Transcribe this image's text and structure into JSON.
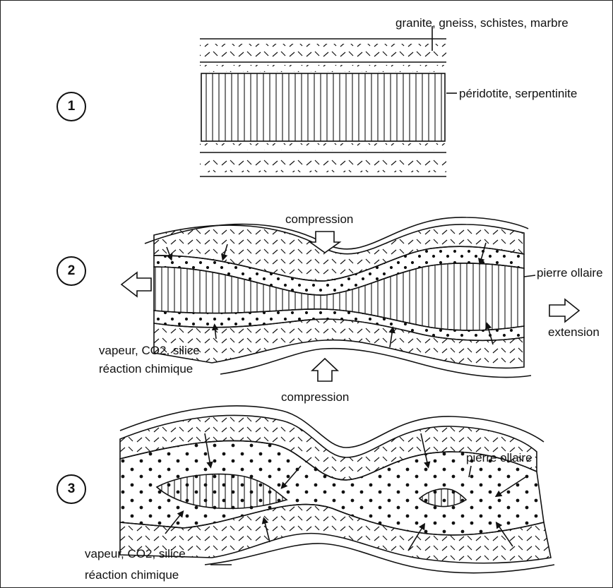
{
  "steps": {
    "one": "1",
    "two": "2",
    "three": "3"
  },
  "labels": {
    "rocks_top": "granite, gneiss, schistes, marbre",
    "peridotite": "péridotite, serpentinite",
    "compression_top": "compression",
    "pierre_ollaire_2": "pierre ollaire",
    "extension": "extension",
    "vapeur_2": "vapeur, CO2, silice",
    "reaction_2": "réaction chimique",
    "compression_bottom": "compression",
    "pierre_ollaire_3": "pierre ollaire",
    "vapeur_3": "vapeur, CO2, silice",
    "reaction_3": "réaction chimique"
  },
  "colors": {
    "ink": "#111111",
    "paper": "#ffffff"
  }
}
